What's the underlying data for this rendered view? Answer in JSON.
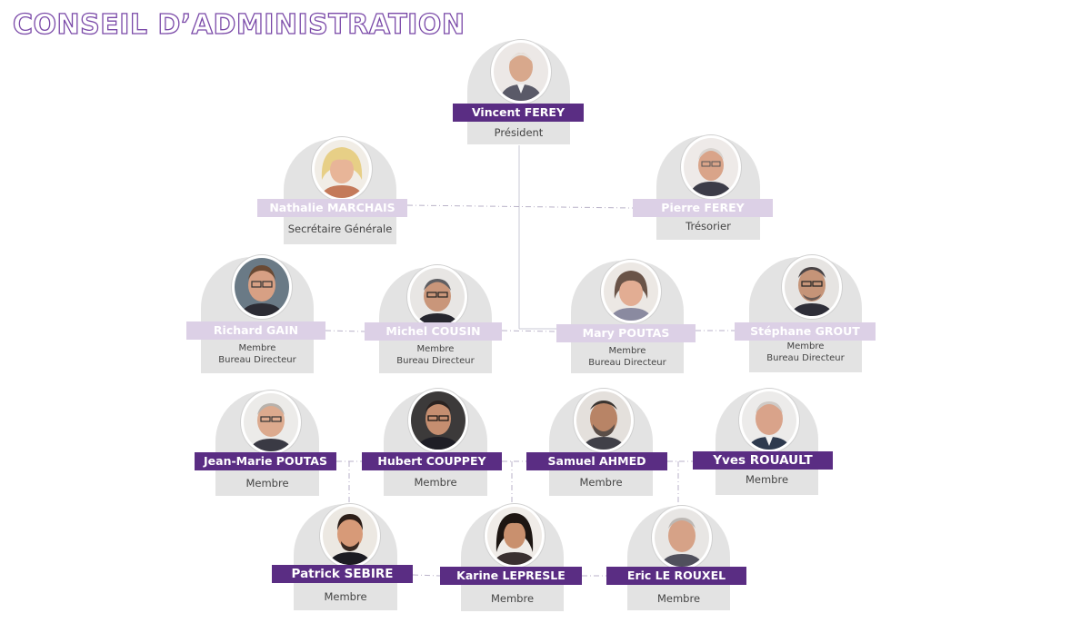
{
  "title": "CONSEIL D’ADMINISTRATION",
  "members": {
    "vincent": {
      "name": "Vincent FEREY",
      "role": "Président"
    },
    "nathalie": {
      "name": "Nathalie MARCHAIS",
      "role": "Secrétaire Générale"
    },
    "pierre": {
      "name": "Pierre FEREY",
      "role": "Trésorier"
    },
    "richard": {
      "name": "Richard GAIN",
      "role1": "Membre",
      "role2": "Bureau Directeur"
    },
    "michel": {
      "name": "Michel COUSIN",
      "role1": "Membre",
      "role2": "Bureau Directeur"
    },
    "mary": {
      "name": "Mary POUTAS",
      "role1": "Membre",
      "role2": "Bureau Directeur"
    },
    "stephane": {
      "name": "Stéphane GROUT",
      "role1": "Membre",
      "role2": "Bureau Directeur"
    },
    "jeanmarie": {
      "name": "Jean-Marie POUTAS",
      "role": "Membre"
    },
    "hubert": {
      "name": "Hubert COUPPEY",
      "role": "Membre"
    },
    "samuel": {
      "name": "Samuel AHMED",
      "role": "Membre"
    },
    "yves": {
      "name": "Yves ROUAULT",
      "role": "Membre"
    },
    "patrick": {
      "name": "Patrick SEBIRE",
      "role": "Membre"
    },
    "karine": {
      "name": "Karine LEPRESLE",
      "role": "Membre"
    },
    "eric": {
      "name": "Eric LE ROUXEL",
      "role": "Membre"
    }
  },
  "colors": {
    "dark_label": "#5a2d83",
    "light_label": "#dcd0e6",
    "card": "#e3e3e3",
    "title_outline": "#7a49a8"
  }
}
